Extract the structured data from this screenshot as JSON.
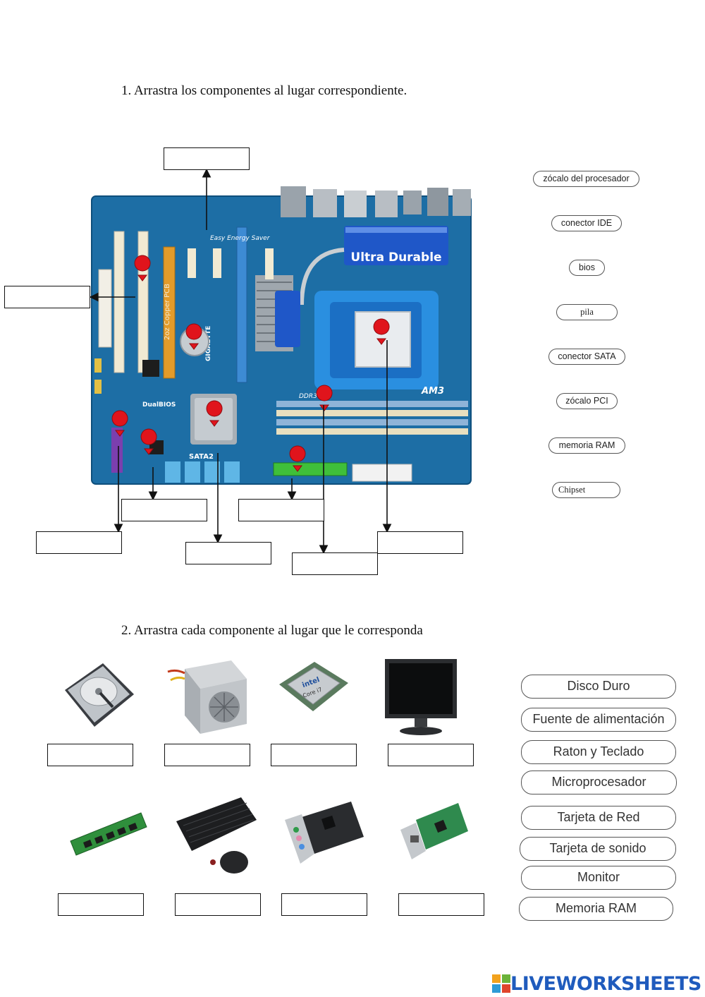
{
  "section1": {
    "instruction": "1.   Arrastra los componentes al lugar correspondiente."
  },
  "board_labels": {
    "brand": "GIGABYTE",
    "title": "Ultra Durable",
    "socket": "AM3",
    "energy": "Easy Energy Saver",
    "dualbios": "DualBIOS",
    "sata": "SATA2",
    "ddr": "DDR3",
    "pcb": "2oz Copper PCB"
  },
  "section1_options": [
    {
      "label": "zócalo del procesador"
    },
    {
      "label": "conector IDE"
    },
    {
      "label": "bios"
    },
    {
      "label": "pila"
    },
    {
      "label": "conector SATA"
    },
    {
      "label": "zócalo PCI"
    },
    {
      "label": "memoria RAM"
    },
    {
      "label": "Chipset"
    }
  ],
  "section2": {
    "instruction": "2. Arrastra cada componente al lugar que le corresponda"
  },
  "section2_options": [
    {
      "label": "Disco Duro"
    },
    {
      "label": "Fuente de alimentación"
    },
    {
      "label": "Raton y Teclado"
    },
    {
      "label": "Microprocesador"
    },
    {
      "label": "Tarjeta de Red"
    },
    {
      "label": "Tarjeta de sonido"
    },
    {
      "label": "Monitor"
    },
    {
      "label": "Memoria RAM"
    }
  ],
  "cpu_text": "Core i7",
  "cpu_brand": "intel",
  "footer": {
    "logo": "LIVEWORKSHEETS"
  },
  "colors": {
    "board": "#1e6fa3",
    "pin": "#e0141c",
    "logo": "#1f5bbd"
  }
}
